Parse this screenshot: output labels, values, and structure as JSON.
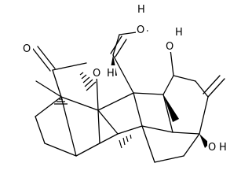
{
  "molecule": {
    "atom_labels": {
      "o_carbonyl": "O",
      "h_acid": "H",
      "o_acid": "O",
      "o_ring": "O",
      "h_ring": "H",
      "h_oh_top": "H",
      "o_oh_top": "O",
      "o_oh_bottom": "O",
      "h_oh_bottom": "H"
    }
  }
}
